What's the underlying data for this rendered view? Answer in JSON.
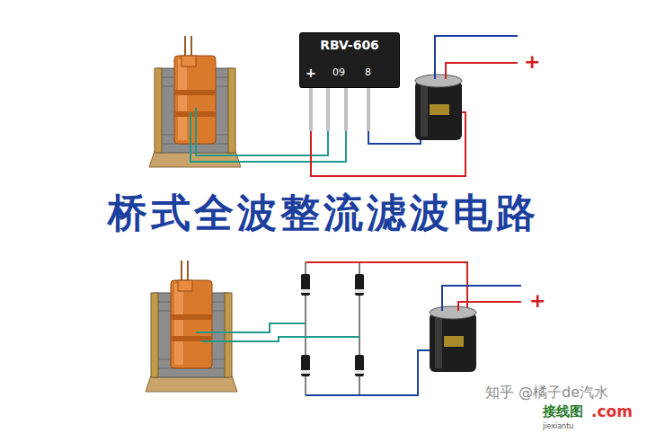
{
  "diagram": {
    "title": "桥式全波整流滤波电路",
    "nodes": [
      {
        "text": [
          "RBV-606",
          "09",
          "8",
          "+"
        ]
      }
    ],
    "labels": [
      "+",
      "+",
      "知乎 @橘子de汽水",
      "接线图",
      ".com",
      "jiexiantu"
    ]
  }
}
